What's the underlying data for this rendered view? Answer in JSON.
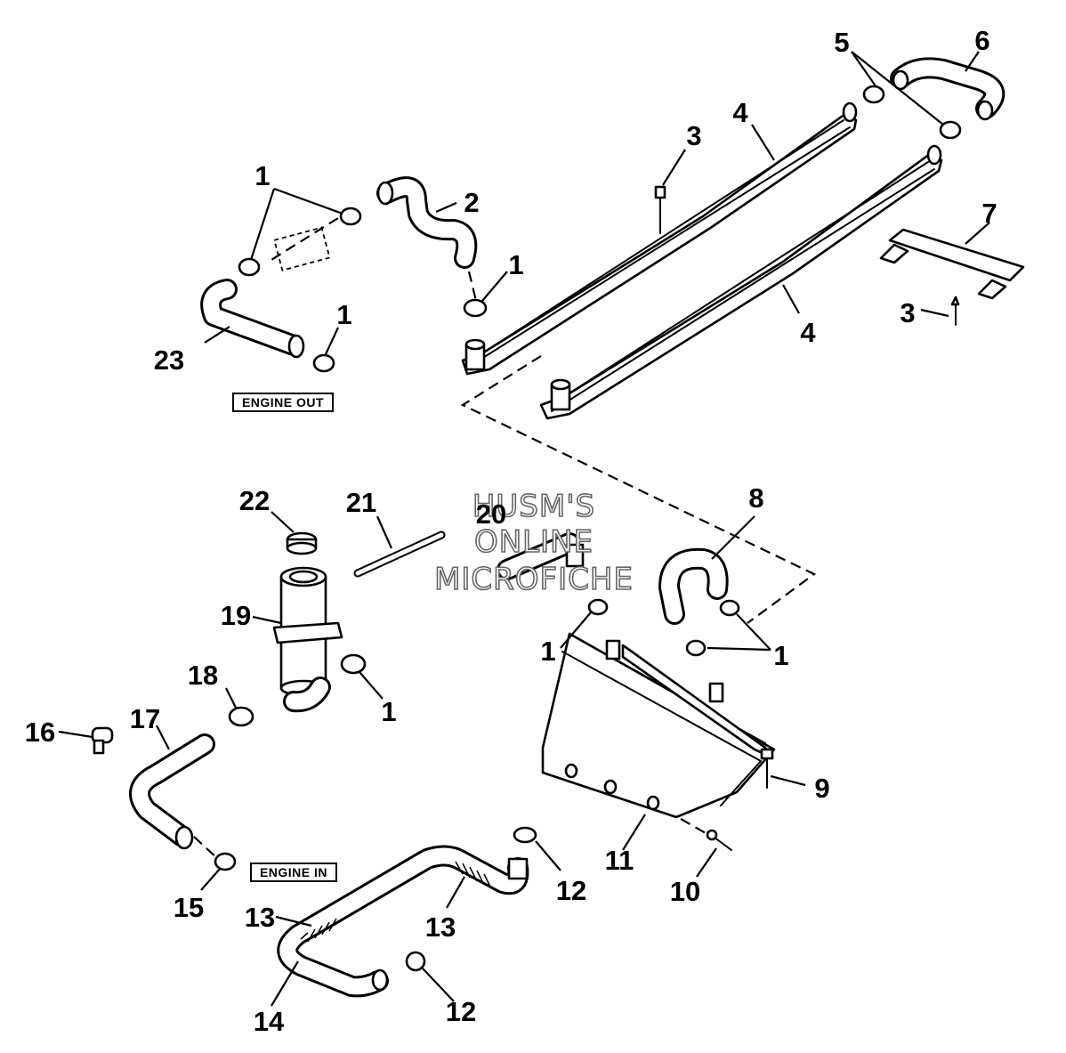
{
  "diagram": {
    "callouts": [
      {
        "id": "c1a",
        "text": "1"
      },
      {
        "id": "c2",
        "text": "2"
      },
      {
        "id": "c1b",
        "text": "1"
      },
      {
        "id": "c1c",
        "text": "1"
      },
      {
        "id": "c23",
        "text": "23"
      },
      {
        "id": "c3a",
        "text": "3"
      },
      {
        "id": "c4a",
        "text": "4"
      },
      {
        "id": "c5",
        "text": "5"
      },
      {
        "id": "c6",
        "text": "6"
      },
      {
        "id": "c7",
        "text": "7"
      },
      {
        "id": "c3b",
        "text": "3"
      },
      {
        "id": "c4b",
        "text": "4"
      },
      {
        "id": "c22",
        "text": "22"
      },
      {
        "id": "c21",
        "text": "21"
      },
      {
        "id": "c20",
        "text": "20"
      },
      {
        "id": "c19",
        "text": "19"
      },
      {
        "id": "c18",
        "text": "18"
      },
      {
        "id": "c1d",
        "text": "1"
      },
      {
        "id": "c16",
        "text": "16"
      },
      {
        "id": "c17",
        "text": "17"
      },
      {
        "id": "c8",
        "text": "8"
      },
      {
        "id": "c1e",
        "text": "1"
      },
      {
        "id": "c1f",
        "text": "1"
      },
      {
        "id": "c9",
        "text": "9"
      },
      {
        "id": "c11",
        "text": "11"
      },
      {
        "id": "c10",
        "text": "10"
      },
      {
        "id": "c15",
        "text": "15"
      },
      {
        "id": "c12a",
        "text": "12"
      },
      {
        "id": "c13a",
        "text": "13"
      },
      {
        "id": "c13b",
        "text": "13"
      },
      {
        "id": "c14",
        "text": "14"
      },
      {
        "id": "c12b",
        "text": "12"
      }
    ],
    "labels": {
      "engine_out": "ENGINE OUT",
      "engine_in": "ENGINE IN"
    },
    "watermark": [
      "HUSM'S",
      "ONLINE",
      "MICROFICHE"
    ]
  }
}
